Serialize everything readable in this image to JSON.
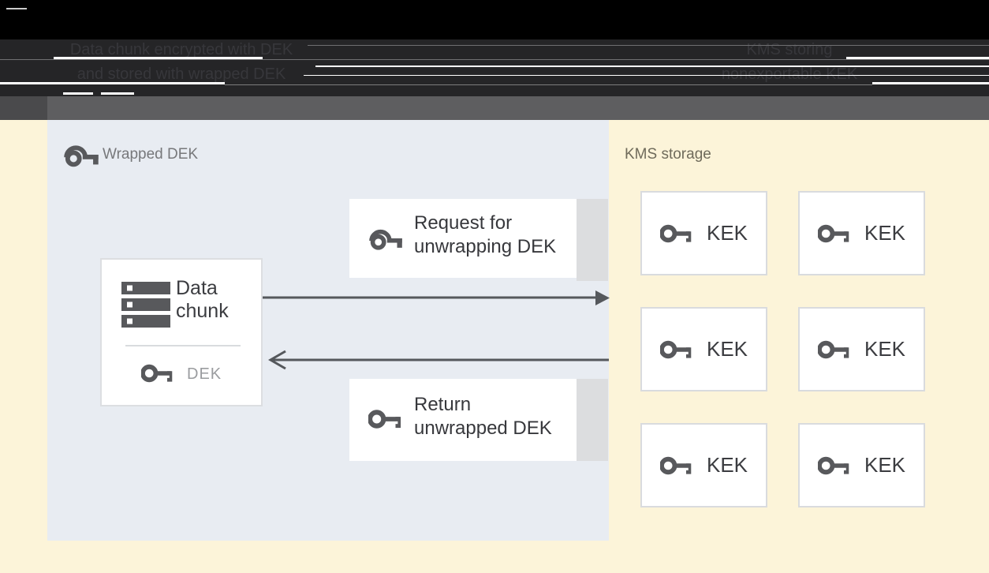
{
  "header": {
    "left_caption": {
      "line1": "Data chunk encrypted with DEK",
      "line2": "and stored with wrapped DEK"
    },
    "right_caption": {
      "line1": "KMS storing",
      "line2": "nonexportable KEK"
    }
  },
  "wrapped_dek_panel": {
    "title": "Wrapped DEK",
    "data_chunk_box": {
      "label_line1": "Data",
      "label_line2": "chunk",
      "key_label": "DEK"
    },
    "request_box": {
      "label_line1": "Request for",
      "label_line2": "unwrapping DEK"
    },
    "return_box": {
      "label_line1": "Return",
      "label_line2": "unwrapped DEK"
    }
  },
  "kms_panel": {
    "title": "KMS storage",
    "kek_boxes": [
      {
        "label": "KEK"
      },
      {
        "label": "KEK"
      },
      {
        "label": "KEK"
      },
      {
        "label": "KEK"
      },
      {
        "label": "KEK"
      },
      {
        "label": "KEK"
      }
    ]
  },
  "icons": {
    "wrapped_key": "wrapped-key-icon",
    "plain_key": "key-icon",
    "data_chunk": "data-stack-icon"
  },
  "colors": {
    "panel_background": "#e8ecf2",
    "kms_background": "#fcf4d9",
    "box_border": "#d9dbde",
    "icon_gray": "#58595c",
    "arrow_gray": "#55585c",
    "text_dark": "#3b3c40",
    "text_muted": "#9a9c9f",
    "kms_title_text": "#6f6b5b",
    "wrapped_title_text": "#77787b",
    "header_black": "#000000",
    "header_charcoal": "#252527",
    "band_gray": "#5e5e60"
  }
}
